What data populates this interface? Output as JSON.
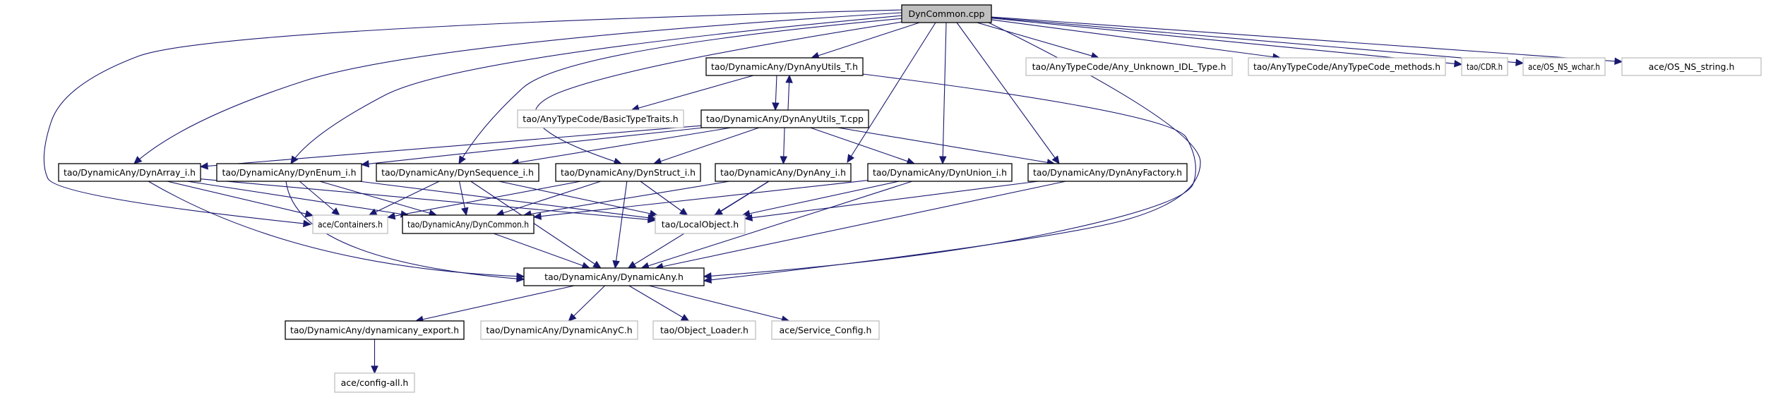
{
  "title": "DynCommon.cpp include dependency graph",
  "colors": {
    "edge": "#191970",
    "root_fill": "#bfbfbf",
    "documented_border": "#000000",
    "external_border": "#bfbfbf"
  },
  "nodes": [
    {
      "id": "root",
      "label": "DynCommon.cpp",
      "kind": "root"
    },
    {
      "id": "utils_h",
      "label": "tao/DynamicAny/DynAnyUtils_T.h",
      "kind": "documented"
    },
    {
      "id": "unknown_idl",
      "label": "tao/AnyTypeCode/Any_Unknown_IDL_Type.h",
      "kind": "external"
    },
    {
      "id": "tc_methods",
      "label": "tao/AnyTypeCode/AnyTypeCode_methods.h",
      "kind": "external"
    },
    {
      "id": "cdr",
      "label": "tao/CDR.h",
      "kind": "external"
    },
    {
      "id": "wchar",
      "label": "ace/OS_NS_wchar.h",
      "kind": "external"
    },
    {
      "id": "string",
      "label": "ace/OS_NS_string.h",
      "kind": "external"
    },
    {
      "id": "basic_traits",
      "label": "tao/AnyTypeCode/BasicTypeTraits.h",
      "kind": "external"
    },
    {
      "id": "utils_cpp",
      "label": "tao/DynamicAny/DynAnyUtils_T.cpp",
      "kind": "documented"
    },
    {
      "id": "array_i",
      "label": "tao/DynamicAny/DynArray_i.h",
      "kind": "documented"
    },
    {
      "id": "enum_i",
      "label": "tao/DynamicAny/DynEnum_i.h",
      "kind": "documented"
    },
    {
      "id": "seq_i",
      "label": "tao/DynamicAny/DynSequence_i.h",
      "kind": "documented"
    },
    {
      "id": "struct_i",
      "label": "tao/DynamicAny/DynStruct_i.h",
      "kind": "documented"
    },
    {
      "id": "any_i",
      "label": "tao/DynamicAny/DynAny_i.h",
      "kind": "documented"
    },
    {
      "id": "union_i",
      "label": "tao/DynamicAny/DynUnion_i.h",
      "kind": "documented"
    },
    {
      "id": "factory",
      "label": "tao/DynamicAny/DynAnyFactory.h",
      "kind": "documented"
    },
    {
      "id": "containers",
      "label": "ace/Containers.h",
      "kind": "external"
    },
    {
      "id": "dyncommon_h",
      "label": "tao/DynamicAny/DynCommon.h",
      "kind": "documented"
    },
    {
      "id": "localobject",
      "label": "tao/LocalObject.h",
      "kind": "external"
    },
    {
      "id": "dynamicany_h",
      "label": "tao/DynamicAny/DynamicAny.h",
      "kind": "documented"
    },
    {
      "id": "export_h",
      "label": "tao/DynamicAny/dynamicany_export.h",
      "kind": "documented"
    },
    {
      "id": "anyc_h",
      "label": "tao/DynamicAny/DynamicAnyC.h",
      "kind": "external"
    },
    {
      "id": "object_loader",
      "label": "tao/Object_Loader.h",
      "kind": "external"
    },
    {
      "id": "service_config",
      "label": "ace/Service_Config.h",
      "kind": "external"
    },
    {
      "id": "config_all",
      "label": "ace/config-all.h",
      "kind": "external"
    }
  ],
  "edges": [
    [
      "root",
      "utils_h"
    ],
    [
      "root",
      "unknown_idl"
    ],
    [
      "root",
      "tc_methods"
    ],
    [
      "root",
      "cdr"
    ],
    [
      "root",
      "wchar"
    ],
    [
      "root",
      "string"
    ],
    [
      "root",
      "array_i"
    ],
    [
      "root",
      "enum_i"
    ],
    [
      "root",
      "seq_i"
    ],
    [
      "root",
      "struct_i"
    ],
    [
      "root",
      "any_i"
    ],
    [
      "root",
      "union_i"
    ],
    [
      "root",
      "factory"
    ],
    [
      "root",
      "containers"
    ],
    [
      "root",
      "dynamicany_h"
    ],
    [
      "utils_h",
      "basic_traits"
    ],
    [
      "utils_h",
      "utils_cpp"
    ],
    [
      "utils_h",
      "dynamicany_h"
    ],
    [
      "utils_cpp",
      "utils_h"
    ],
    [
      "utils_cpp",
      "array_i"
    ],
    [
      "utils_cpp",
      "enum_i"
    ],
    [
      "utils_cpp",
      "seq_i"
    ],
    [
      "utils_cpp",
      "struct_i"
    ],
    [
      "utils_cpp",
      "any_i"
    ],
    [
      "utils_cpp",
      "union_i"
    ],
    [
      "utils_cpp",
      "factory"
    ],
    [
      "array_i",
      "dyncommon_h"
    ],
    [
      "array_i",
      "containers"
    ],
    [
      "array_i",
      "localobject"
    ],
    [
      "array_i",
      "dynamicany_h"
    ],
    [
      "enum_i",
      "dyncommon_h"
    ],
    [
      "enum_i",
      "containers"
    ],
    [
      "enum_i",
      "localobject"
    ],
    [
      "enum_i",
      "dynamicany_h"
    ],
    [
      "seq_i",
      "dyncommon_h"
    ],
    [
      "seq_i",
      "containers"
    ],
    [
      "seq_i",
      "localobject"
    ],
    [
      "seq_i",
      "dynamicany_h"
    ],
    [
      "struct_i",
      "dyncommon_h"
    ],
    [
      "struct_i",
      "containers"
    ],
    [
      "struct_i",
      "localobject"
    ],
    [
      "struct_i",
      "dynamicany_h"
    ],
    [
      "any_i",
      "dyncommon_h"
    ],
    [
      "any_i",
      "localobject"
    ],
    [
      "any_i",
      "dynamicany_h"
    ],
    [
      "union_i",
      "dyncommon_h"
    ],
    [
      "union_i",
      "localobject"
    ],
    [
      "union_i",
      "dynamicany_h"
    ],
    [
      "factory",
      "localobject"
    ],
    [
      "factory",
      "dynamicany_h"
    ],
    [
      "dyncommon_h",
      "dynamicany_h"
    ],
    [
      "dynamicany_h",
      "export_h"
    ],
    [
      "dynamicany_h",
      "anyc_h"
    ],
    [
      "dynamicany_h",
      "object_loader"
    ],
    [
      "dynamicany_h",
      "service_config"
    ],
    [
      "export_h",
      "config_all"
    ]
  ]
}
